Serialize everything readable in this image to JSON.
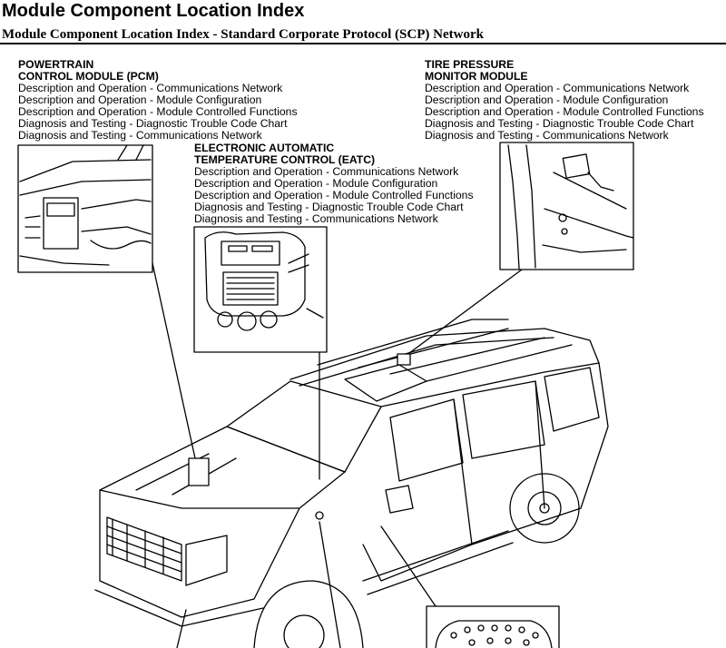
{
  "page_title": "Module Component Location Index",
  "subtitle": "Module Component Location Index - Standard Corporate Protocol (SCP) Network",
  "callouts": {
    "pcm": {
      "heading_1": "POWERTRAIN",
      "heading_2": "CONTROL MODULE (PCM)",
      "links": [
        "Description and Operation - Communications Network",
        "Description and Operation - Module Configuration",
        "Description and Operation - Module Controlled Functions",
        "Diagnosis and Testing - Diagnostic Trouble Code Chart",
        "Diagnosis and Testing - Communications Network"
      ]
    },
    "tpm": {
      "heading_1": "TIRE PRESSURE",
      "heading_2": "MONITOR MODULE",
      "links": [
        "Description and Operation - Communications Network",
        "Description and Operation - Module Configuration",
        "Description and Operation - Module Controlled Functions",
        "Diagnosis and Testing - Diagnostic Trouble Code Chart",
        "Diagnosis and Testing - Communications Network"
      ]
    },
    "eatc": {
      "heading_1": "ELECTRONIC AUTOMATIC",
      "heading_2": "TEMPERATURE CONTROL (EATC)",
      "links": [
        "Description and Operation - Communications Network",
        "Description and Operation - Module Configuration",
        "Description and Operation - Module Controlled Functions",
        "Diagnosis and Testing - Diagnostic Trouble Code Chart",
        "Diagnosis and Testing - Communications Network"
      ]
    }
  }
}
